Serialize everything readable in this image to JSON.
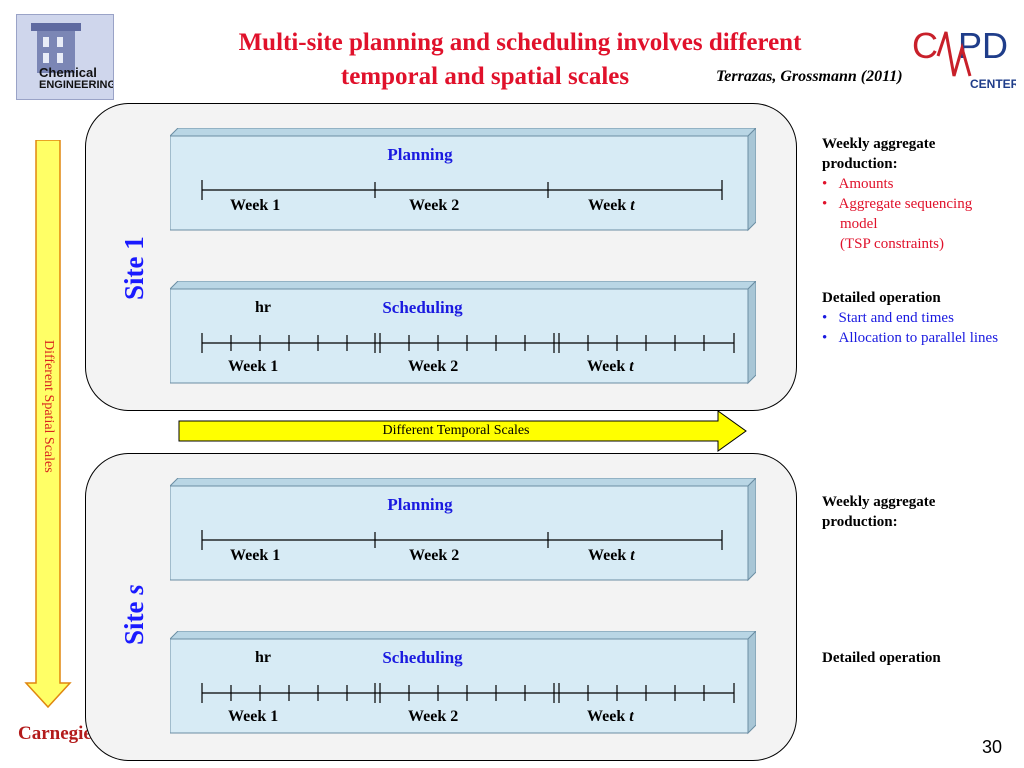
{
  "slide": {
    "title_line1": "Multi-site planning and scheduling involves different",
    "title_line2": "temporal and spatial scales",
    "citation": "Terrazas, Grossmann (2011)",
    "page_number": "30",
    "left_logo_text_1": "Chemical",
    "left_logo_text_2": "ENGINEERING",
    "right_logo_text": "CAPD",
    "right_logo_sub": "CENTER",
    "footer_brand": "Carnegie"
  },
  "spatial_arrow_label": "Different Spatial Scales",
  "temporal_arrow_label": "Different Temporal Scales",
  "sites": [
    {
      "label": "Site 1",
      "planning": {
        "label": "Planning",
        "weeks": [
          "Week 1",
          "Week 2",
          "Week t"
        ]
      },
      "scheduling": {
        "label": "Scheduling",
        "hr": "hr",
        "weeks": [
          "Week 1",
          "Week 2",
          "Week t"
        ]
      },
      "planning_note": {
        "heading": "Weekly aggregate production:",
        "bullets": [
          "Amounts",
          "Aggregate sequencing model"
        ],
        "extra": "(TSP constraints)"
      },
      "scheduling_note": {
        "heading": "Detailed operation",
        "bullets": [
          "Start and end times",
          "Allocation to parallel lines"
        ]
      }
    },
    {
      "label": "Site s",
      "planning": {
        "label": "Planning",
        "weeks": [
          "Week 1",
          "Week 2",
          "Week t"
        ]
      },
      "scheduling": {
        "label": "Scheduling",
        "hr": "hr",
        "weeks": [
          "Week 1",
          "Week 2",
          "Week t"
        ]
      },
      "planning_note": {
        "heading": "Weekly aggregate production:"
      },
      "scheduling_note": {
        "heading": "Detailed operation"
      }
    }
  ],
  "colors": {
    "title": "#e0112b",
    "site_label": "#1a1aff",
    "box_fill": "#d7ebf5",
    "arrow_fill": "#ffff00",
    "bullet_red": "#e0112b",
    "bullet_blue": "#1a1ae0"
  }
}
